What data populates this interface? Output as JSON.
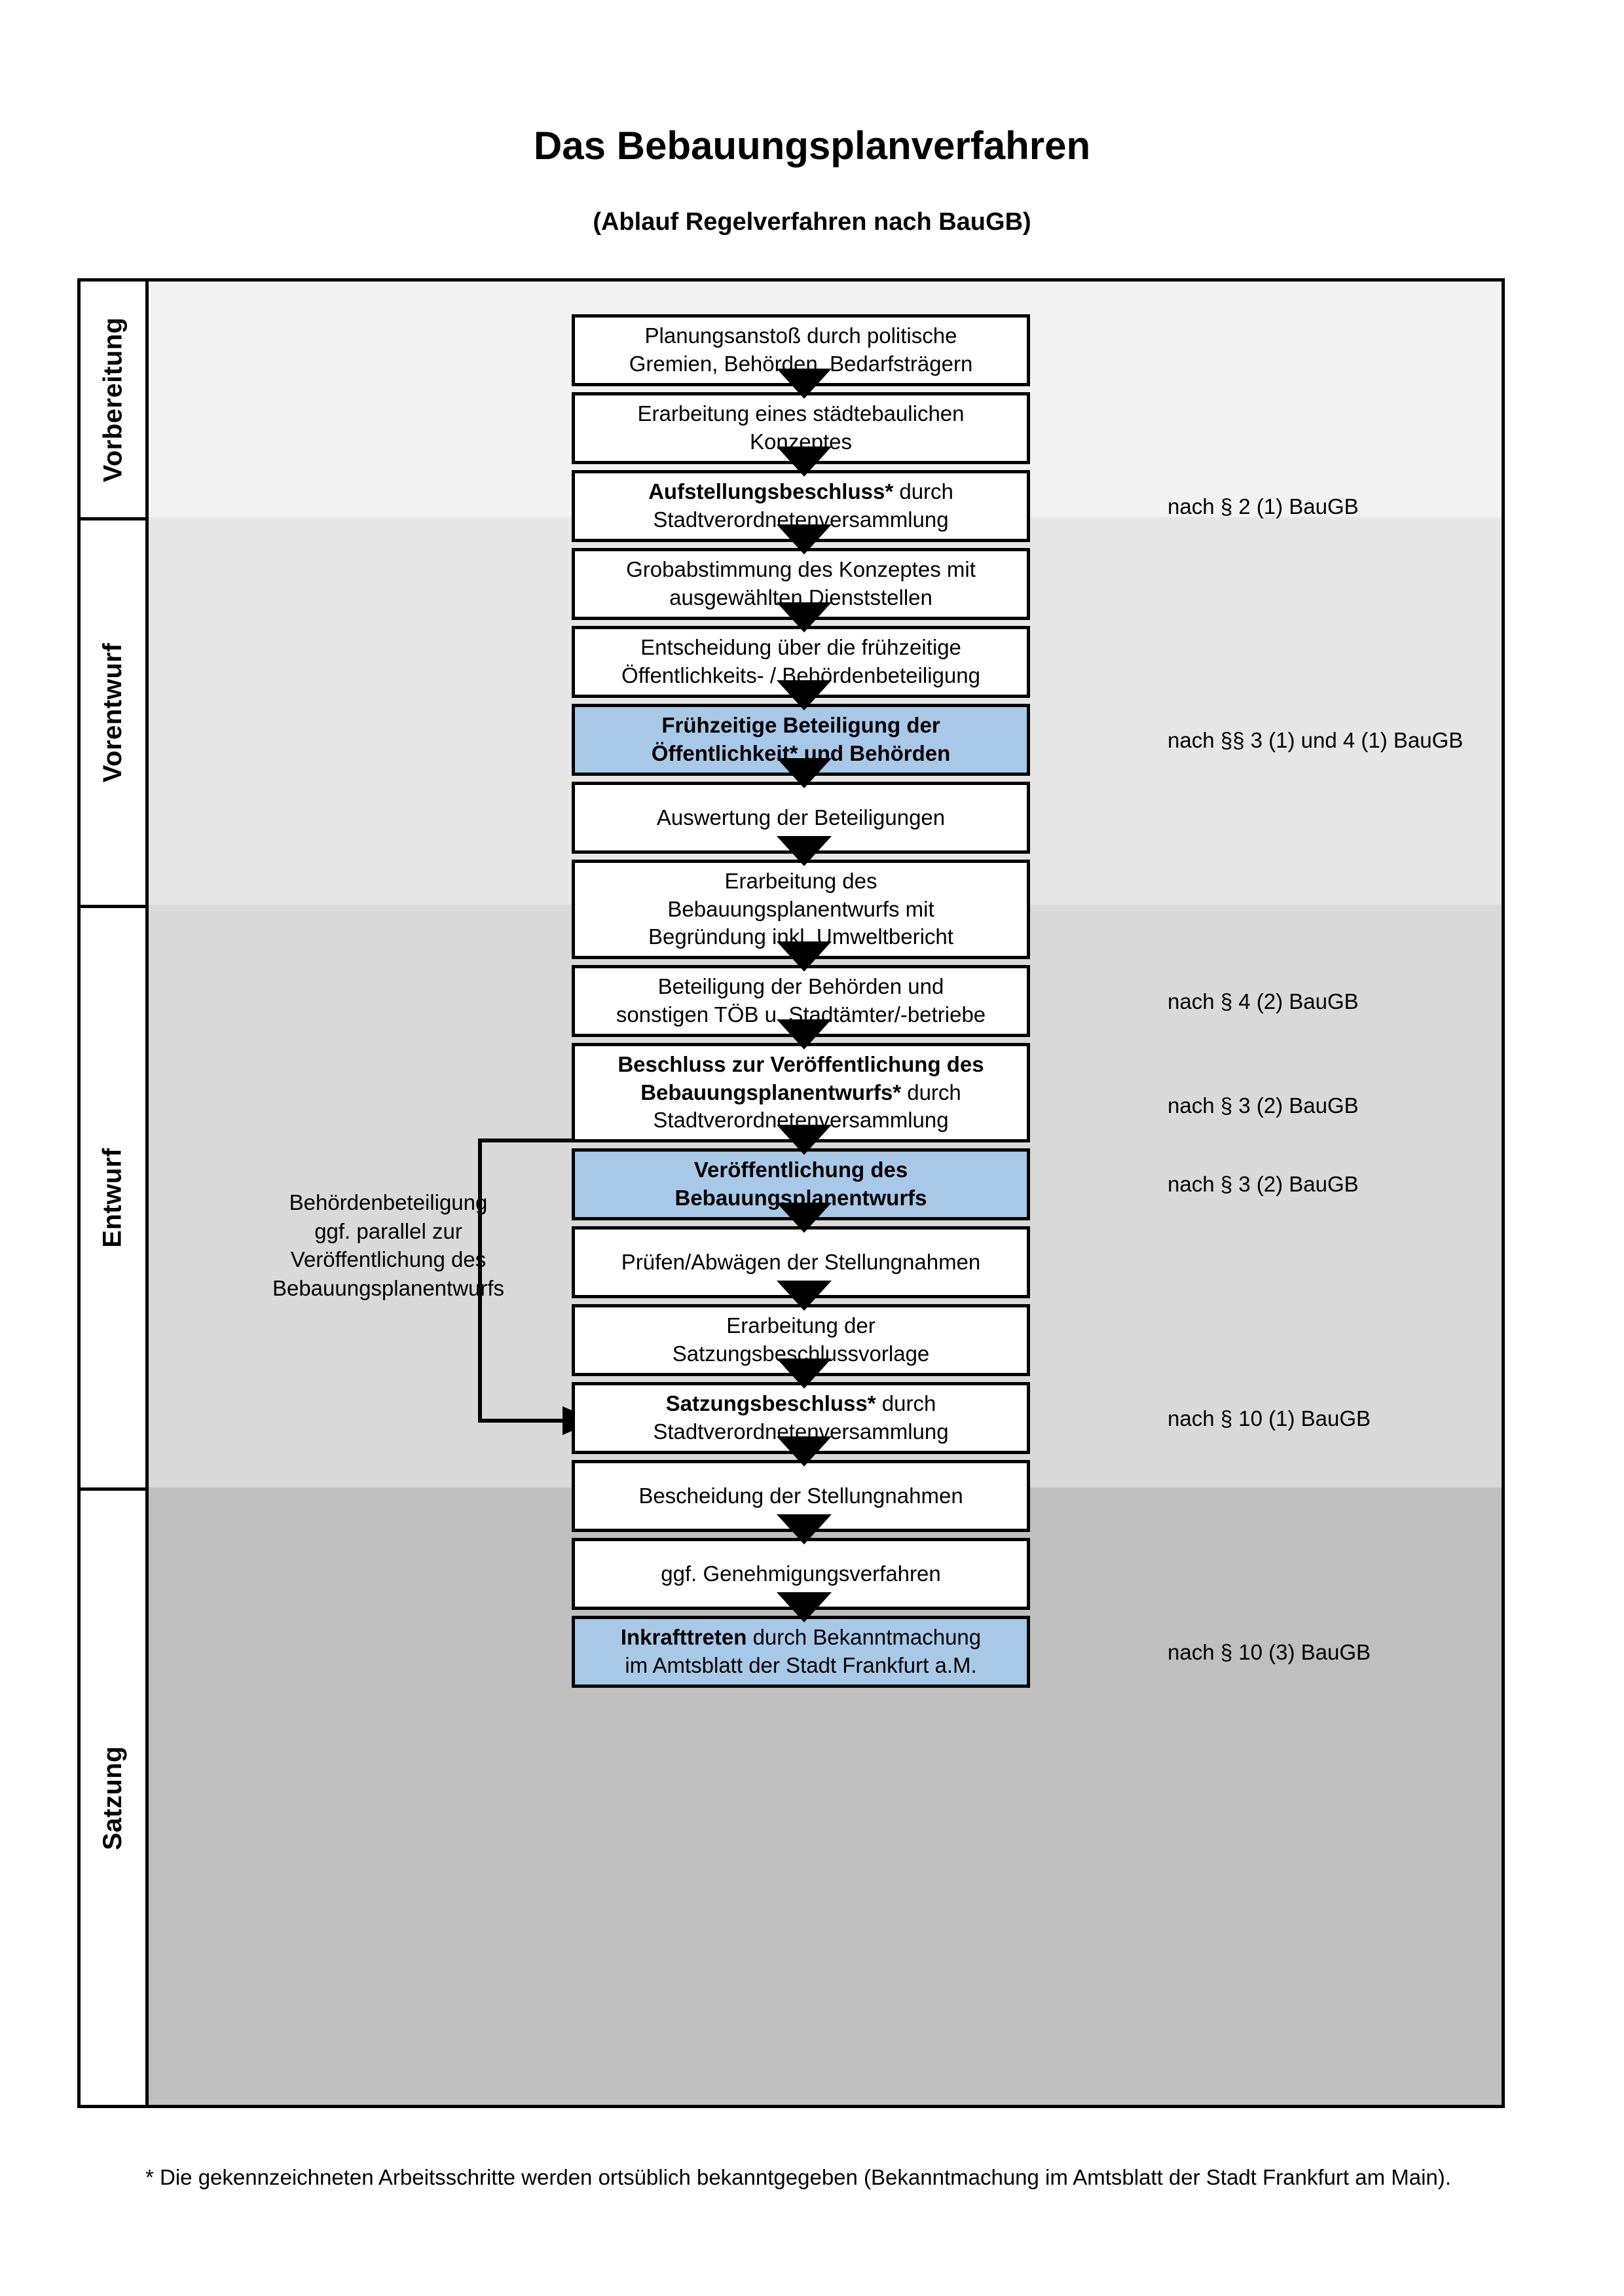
{
  "title": "Das Bebauungsplanverfahren",
  "subtitle": "(Ablauf Regelverfahren nach BauGB)",
  "colors": {
    "highlight_blue": "#a8c8e8",
    "lane_vorbereitung": "#f2f2f2",
    "lane_vorentwurf": "#e6e6e6",
    "lane_entwurf": "#d9d9d9",
    "lane_satzung": "#bfbfbf",
    "outline": "#000000",
    "box_fill": "#ffffff"
  },
  "lanes": [
    {
      "id": "vorbereitung",
      "label": "Vorbereitung"
    },
    {
      "id": "vorentwurf",
      "label": "Vorentwurf"
    },
    {
      "id": "entwurf",
      "label": "Entwurf"
    },
    {
      "id": "satzung",
      "label": "Satzung"
    }
  ],
  "steps": [
    {
      "id": "s1",
      "lane": "vorbereitung",
      "highlighted": false,
      "lines": [
        "Planungsanstoß durch politische",
        "Gremien, Behörden, Bedarfsträgern"
      ]
    },
    {
      "id": "s2",
      "lane": "vorbereitung",
      "highlighted": false,
      "lines": [
        "Erarbeitung eines städtebaulichen",
        "Konzeptes"
      ]
    },
    {
      "id": "s3",
      "lane": "vorbereitung",
      "highlighted": false,
      "bold_prefix": "Aufstellungsbeschluss*",
      "lines": [
        "Aufstellungsbeschluss* durch",
        "Stadtverordnetenversammlung"
      ]
    },
    {
      "id": "s4",
      "lane": "vorentwurf",
      "highlighted": false,
      "lines": [
        "Grobabstimmung des Konzeptes mit",
        "ausgewählten Dienststellen"
      ]
    },
    {
      "id": "s5",
      "lane": "vorentwurf",
      "highlighted": false,
      "lines": [
        "Entscheidung über die frühzeitige",
        "Öffentlichkeits- / Behördenbeteiligung"
      ]
    },
    {
      "id": "s6",
      "lane": "vorentwurf",
      "highlighted": true,
      "all_bold": true,
      "lines": [
        "Frühzeitige Beteiligung der",
        "Öffentlichkeit* und Behörden"
      ]
    },
    {
      "id": "s7",
      "lane": "entwurf",
      "highlighted": false,
      "lines": [
        "Auswertung der Beteiligungen"
      ]
    },
    {
      "id": "s8",
      "lane": "entwurf",
      "highlighted": false,
      "lines": [
        "Erarbeitung des",
        "Bebauungsplanentwurfs mit",
        "Begründung inkl. Umweltbericht"
      ]
    },
    {
      "id": "s9",
      "lane": "entwurf",
      "highlighted": false,
      "lines": [
        "Beteiligung der Behörden und",
        "sonstigen TÖB u. Stadtämter/-betriebe"
      ]
    },
    {
      "id": "s10",
      "lane": "entwurf",
      "highlighted": false,
      "bold_prefix": "Beschluss zur Veröffentlichung des Bebauungsplanentwurfs*",
      "lines": [
        "Beschluss zur Veröffentlichung des",
        "Bebauungsplanentwurfs* durch",
        "Stadtverordnetenversammlung"
      ]
    },
    {
      "id": "s11",
      "lane": "entwurf",
      "highlighted": true,
      "all_bold": true,
      "lines": [
        "Veröffentlichung des",
        "Bebauungsplanentwurfs"
      ]
    },
    {
      "id": "s12",
      "lane": "satzung",
      "highlighted": false,
      "lines": [
        "Prüfen/Abwägen der Stellungnahmen"
      ]
    },
    {
      "id": "s13",
      "lane": "satzung",
      "highlighted": false,
      "lines": [
        "Erarbeitung der",
        "Satzungsbeschlussvorlage"
      ]
    },
    {
      "id": "s14",
      "lane": "satzung",
      "highlighted": false,
      "bold_prefix": "Satzungsbeschluss*",
      "lines": [
        "Satzungsbeschluss* durch",
        "Stadtverordnetenversammlung"
      ]
    },
    {
      "id": "s15",
      "lane": "satzung",
      "highlighted": false,
      "lines": [
        "Bescheidung der Stellungnahmen"
      ]
    },
    {
      "id": "s16",
      "lane": "satzung",
      "highlighted": false,
      "lines": [
        "ggf. Genehmigungsverfahren"
      ]
    },
    {
      "id": "s17",
      "lane": "satzung",
      "highlighted": true,
      "bold_prefix": "Inkrafttreten",
      "lines": [
        "Inkrafttreten durch Bekanntmachung",
        "im Amtsblatt der Stadt Frankfurt a.M."
      ]
    }
  ],
  "law_refs": [
    {
      "id": "r1",
      "text": "nach § 2 (1) BauGB",
      "for_step": "s3"
    },
    {
      "id": "r2",
      "text": "nach §§ 3 (1) und 4 (1) BauGB",
      "for_step": "s6"
    },
    {
      "id": "r3",
      "text": "nach § 4 (2) BauGB",
      "for_step": "s9"
    },
    {
      "id": "r4",
      "text": "nach § 3 (2) BauGB",
      "for_step": "s10"
    },
    {
      "id": "r5",
      "text": "nach § 3 (2) BauGB",
      "for_step": "s11"
    },
    {
      "id": "r6",
      "text": "nach § 10 (1) BauGB",
      "for_step": "s14"
    },
    {
      "id": "r7",
      "text": "nach § 10 (3) BauGB",
      "for_step": "s17"
    }
  ],
  "side_note": {
    "lines": [
      "Behördenbeteiligung",
      "ggf. parallel zur",
      "Veröffentlichung des",
      "Bebauungsplanentwurfs"
    ]
  },
  "footnote": "* Die gekennzeichneten Arbeitsschritte werden ortsüblich bekanntgegeben (Bekanntmachung im Amtsblatt  der Stadt Frankfurt am Main)."
}
